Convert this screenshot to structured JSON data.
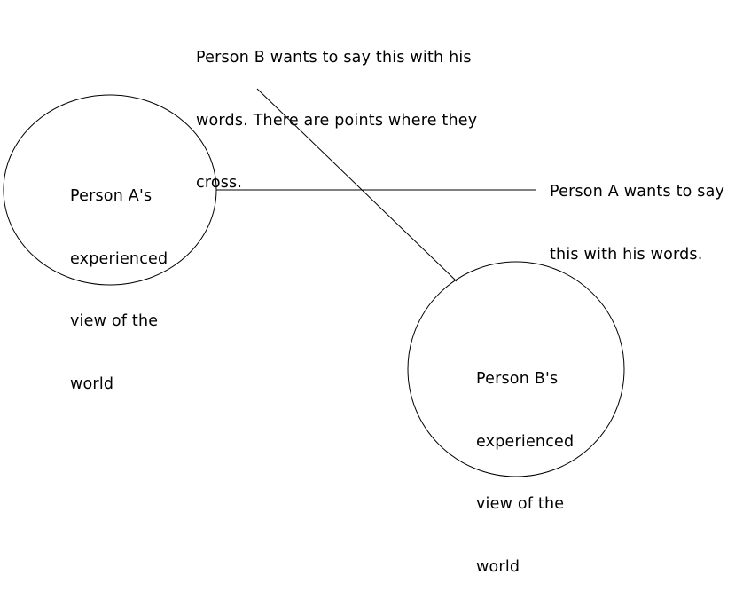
{
  "diagram": {
    "circles": [
      {
        "id": "person-a",
        "label_lines": [
          "Person A's",
          "experienced",
          "view of the",
          "world"
        ]
      },
      {
        "id": "person-b",
        "label_lines": [
          "Person B's",
          "experienced",
          "view of the",
          "world"
        ]
      }
    ],
    "annotations": {
      "person_a_words": [
        "Person A wants to say",
        "this with his words."
      ],
      "person_b_words": [
        "Person B wants to say this with his",
        "words. There are points where they",
        "cross."
      ]
    },
    "colors": {
      "stroke": "#000000",
      "background": "#ffffff",
      "text": "#000000"
    }
  }
}
